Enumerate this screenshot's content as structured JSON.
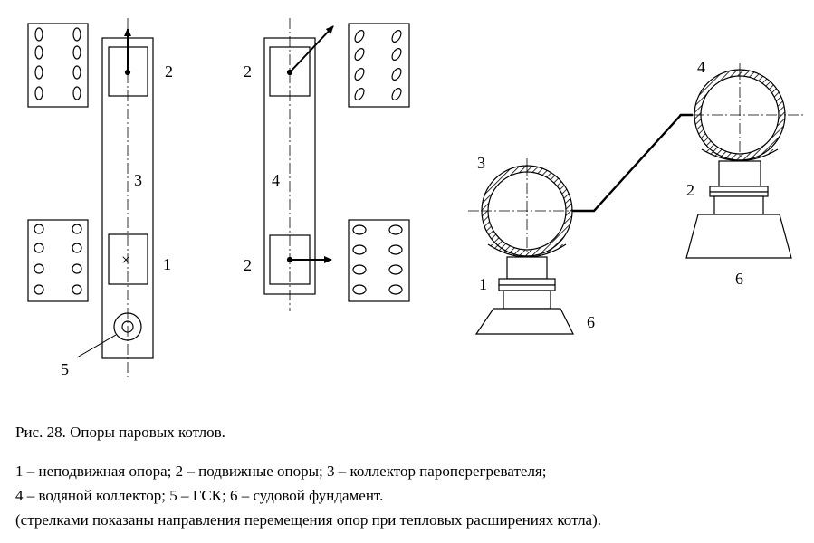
{
  "figure": {
    "labels": {
      "a_label_top": "2",
      "a_label_mid": "3",
      "a_label_bottom": "1",
      "a_label_gsk": "5",
      "b_label_top": "2",
      "b_label_mid": "4",
      "b_label_bottom": "2",
      "c_label_3": "3",
      "c_label_1": "1",
      "c_label_6_left": "6",
      "c_label_4": "4",
      "c_label_2": "2",
      "c_label_6_right": "6"
    },
    "marks": {
      "fixed_support_mark": "×"
    },
    "colors": {
      "line": "#000000",
      "background": "#ffffff"
    }
  },
  "caption": {
    "title": "Рис. 28. Опоры паровых котлов.",
    "line1": "1 – неподвижная опора;   2 – подвижные опоры;   3 – коллектор пароперегревателя;",
    "line2": "4 – водяной коллектор;   5 – ГСК;   6 – судовой фундамент.",
    "line3": "(стрелками показаны направления перемещения опор при тепловых расширениях котла)."
  }
}
